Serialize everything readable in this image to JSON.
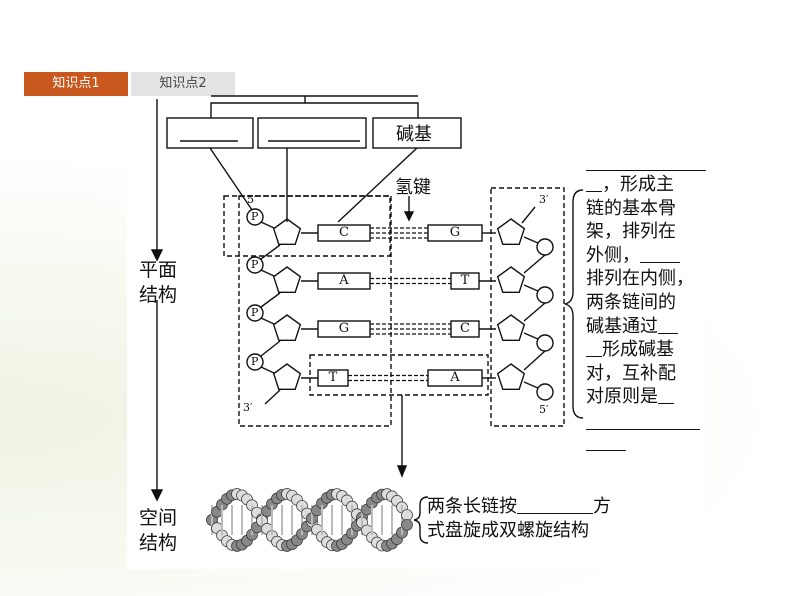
{
  "tabs": [
    {
      "label": "知识点1",
      "active": true
    },
    {
      "label": "知识点2",
      "active": false
    }
  ],
  "top_boxes": {
    "base_label": "碱基"
  },
  "hydrogen_bond_label": "氢键",
  "prime5": "5′",
  "prime3": "3′",
  "phosphate": "P",
  "left_strand_bases": [
    "C",
    "A",
    "G",
    "T"
  ],
  "right_strand_bases": [
    "G",
    "T",
    "C",
    "A"
  ],
  "row_labels": {
    "plane": [
      "平面",
      "结构"
    ],
    "space": [
      "空间",
      "结构"
    ]
  },
  "side_text": {
    "t1": "，形成主",
    "t2": "链的基本骨",
    "t3": "架，排列在",
    "t4": "外侧，",
    "t5": "排列在内侧，",
    "t6": "两条链间的",
    "t7": "碱基通过",
    "t8": "形成碱基",
    "t9": "对，互补配",
    "t10": "对原则是"
  },
  "bottom_text": {
    "line1_a": "两条长链按",
    "line1_b": "方",
    "line2": "式盘旋成双螺旋结构"
  },
  "colors": {
    "tab_active": "#c8581e",
    "tab_inactive": "#e4e4e4"
  }
}
